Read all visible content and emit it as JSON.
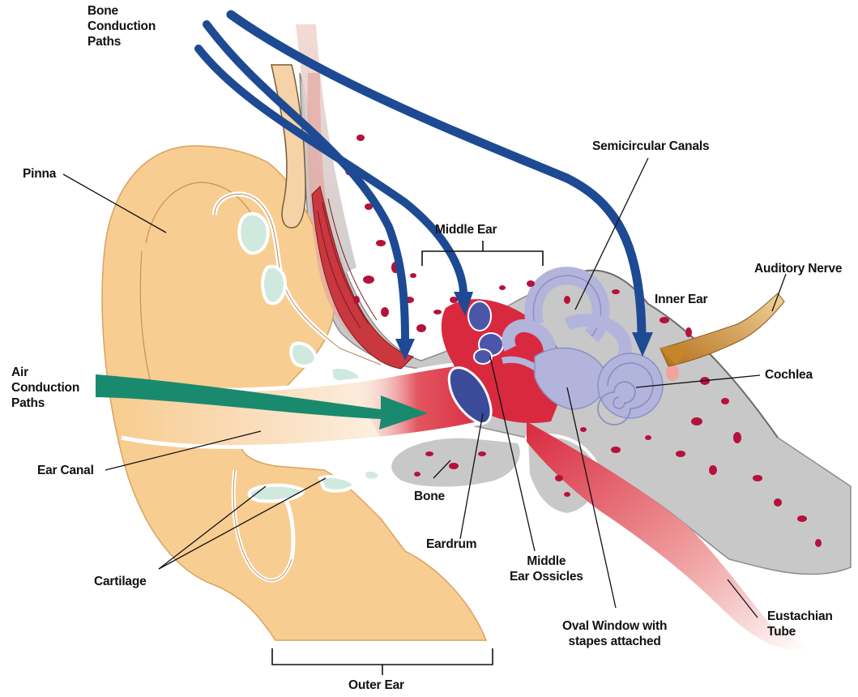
{
  "labels": {
    "bone_conduction_paths": "Bone\nConduction\nPaths",
    "pinna": "Pinna",
    "air_conduction_paths": "Air\nConduction\nPaths",
    "ear_canal": "Ear Canal",
    "cartilage": "Cartilage",
    "outer_ear": "Outer Ear",
    "middle_ear": "Middle Ear",
    "semicircular_canals": "Semicircular Canals",
    "auditory_nerve": "Auditory Nerve",
    "inner_ear": "Inner Ear",
    "cochlea": "Cochlea",
    "bone": "Bone",
    "eardrum": "Eardrum",
    "middle_ear_ossicles": "Middle\nEar Ossicles",
    "oval_window": "Oval Window with\nstapes attached",
    "eustachian_tube": "Eustachian\nTube"
  },
  "colors": {
    "skin": "#f8cd92",
    "skin_shade": "#f3bf80",
    "skull_bone": "#c8c8c8",
    "marrow_red": "#b5123b",
    "middle_ear_red": "#d9293f",
    "inner_ear_lavender": "#b2b4dc",
    "bone_path_blue": "#1d4a93",
    "air_path_green": "#198a6e",
    "nerve_gold": "#c7852b",
    "cartilage_mint": "#cfe9df"
  }
}
